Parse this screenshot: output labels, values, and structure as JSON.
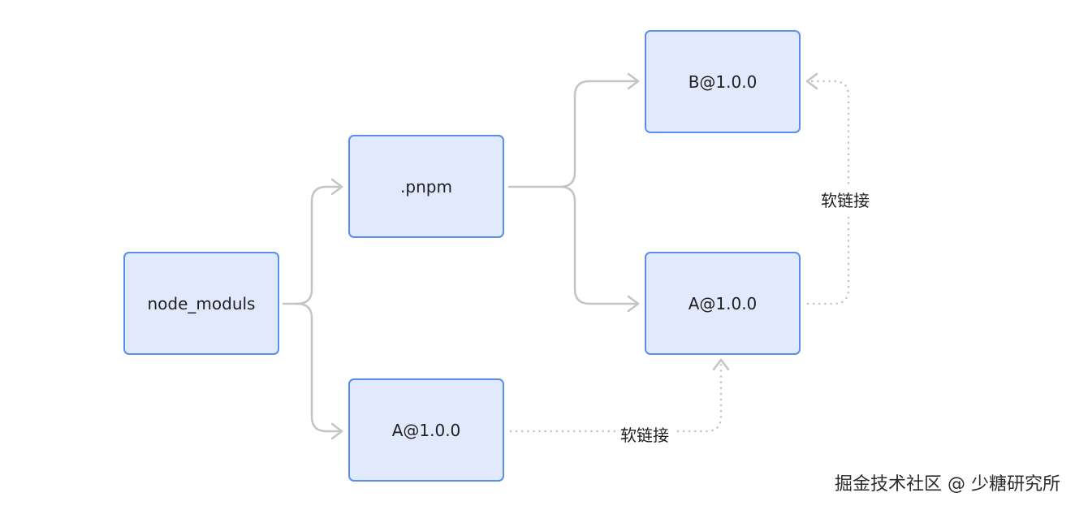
{
  "diagram": {
    "nodes": {
      "root": "node_moduls",
      "pnpm": ".pnpm",
      "store_b": "B@1.0.0",
      "store_a": "A@1.0.0",
      "top_a": "A@1.0.0"
    },
    "links": {
      "softlink_top_a": "软链接",
      "softlink_store_a_to_b": "软链接"
    }
  },
  "watermark": "掘金技术社区 @ 少糖研究所",
  "colors": {
    "node_fill": "#e1e9fc",
    "node_border": "#5b8ee8",
    "solid_connector": "#c4c4c4",
    "dotted_connector": "#c4c4c4"
  }
}
